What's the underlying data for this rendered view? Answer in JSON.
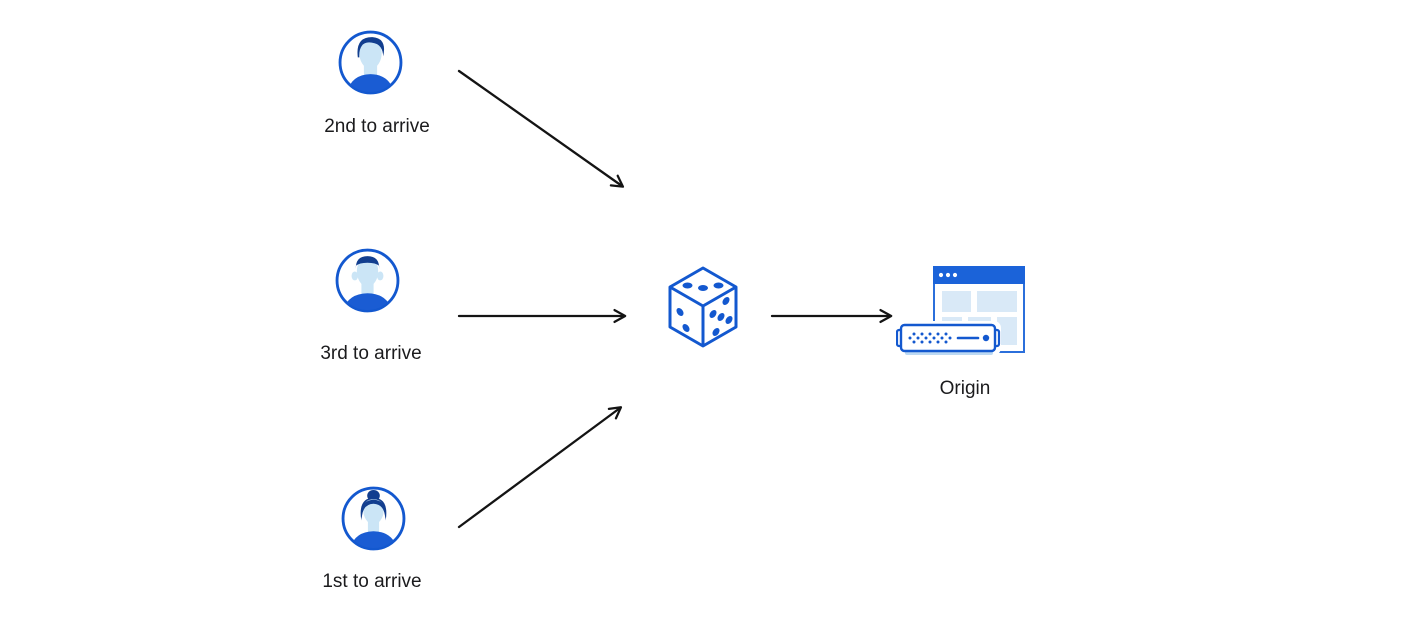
{
  "diagram": {
    "type": "flow-diagram",
    "users": [
      {
        "label": "2nd to arrive",
        "avatar": "man-swept-hair-avatar"
      },
      {
        "label": "3rd to arrive",
        "avatar": "man-short-hair-avatar"
      },
      {
        "label": "1st to arrive",
        "avatar": "woman-bun-hair-avatar"
      }
    ],
    "randomizer": {
      "icon": "dice-icon"
    },
    "origin": {
      "label": "Origin",
      "icons": [
        "browser-window-icon",
        "server-icon"
      ]
    },
    "connections": [
      {
        "from": "2nd to arrive",
        "to": "dice"
      },
      {
        "from": "3rd to arrive",
        "to": "dice"
      },
      {
        "from": "1st to arrive",
        "to": "dice"
      },
      {
        "from": "dice",
        "to": "Origin"
      }
    ],
    "colors": {
      "primary_blue": "#1358cf",
      "title_bar_blue": "#1b63d9",
      "dark_blue_hair": "#123e8f",
      "light_blue_skin": "#cbe5f6",
      "pale_blue_block": "#d9e9f7",
      "shadow_blue": "#bcd9f3",
      "arrow_black": "#141414",
      "text": "#1b1b1d",
      "background": "#ffffff"
    }
  }
}
